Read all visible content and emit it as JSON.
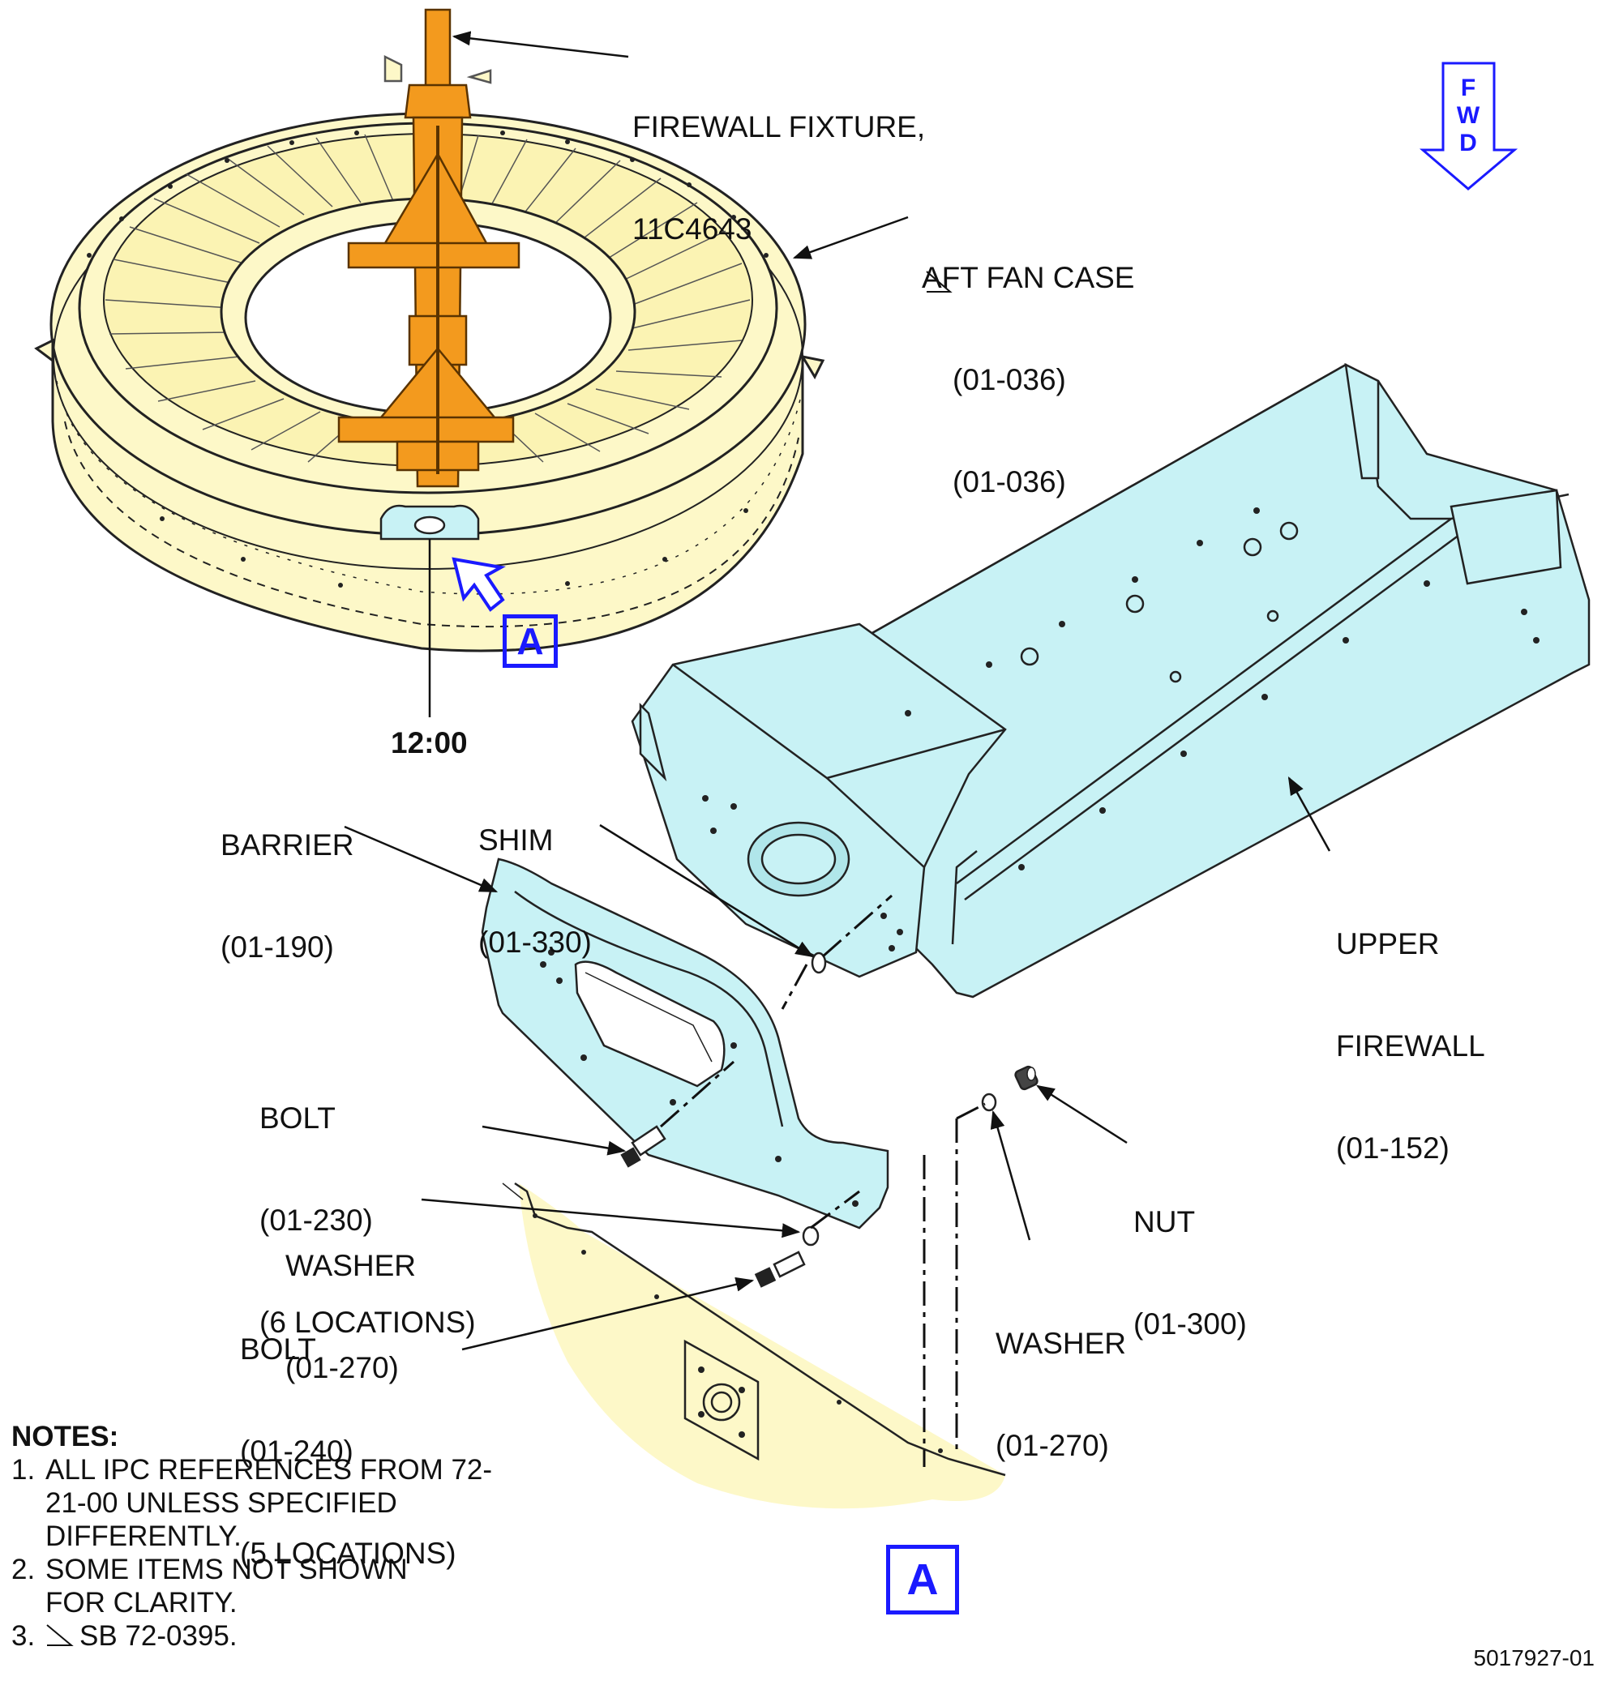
{
  "callouts": {
    "firewall_fixture": [
      "FIREWALL FIXTURE,",
      "11C4643"
    ],
    "aft_fan_case": [
      "AFT FAN CASE",
      "(01-036)",
      "(01-036)"
    ],
    "clock_position": "12:00",
    "barrier": [
      "BARRIER",
      "(01-190)"
    ],
    "shim": [
      "SHIM",
      "(01-330)"
    ],
    "upper_firewall": [
      "UPPER",
      "FIREWALL",
      "(01-152)"
    ],
    "bolt_230": [
      "BOLT",
      "(01-230)",
      "(6 LOCATIONS)"
    ],
    "nut": [
      "NUT",
      "(01-300)"
    ],
    "washer_left": [
      "WASHER",
      "(01-270)"
    ],
    "bolt_240": [
      "BOLT",
      "(01-240)",
      "(5 LOCATIONS)"
    ],
    "washer_right": [
      "WASHER",
      "(01-270)"
    ]
  },
  "fwd_arrow": [
    "F",
    "W",
    "D"
  ],
  "view_label": "A",
  "notes": {
    "title": "NOTES:",
    "items": [
      {
        "num": "1.",
        "text": "ALL IPC REFERENCES FROM 72-21-00 UNLESS SPECIFIED DIFFERENTLY."
      },
      {
        "num": "2.",
        "text": "SOME ITEMS NOT SHOWN FOR CLARITY."
      },
      {
        "num": "3.",
        "text": "SB 72-0395."
      }
    ]
  },
  "figure_number": "5017927-01",
  "colors": {
    "case_fill": "#fdf8c8",
    "fixture_fill": "#f39a1e",
    "firewall_fill": "#c8f2f5",
    "view_blue": "#1a1aff",
    "line": "#222222"
  }
}
